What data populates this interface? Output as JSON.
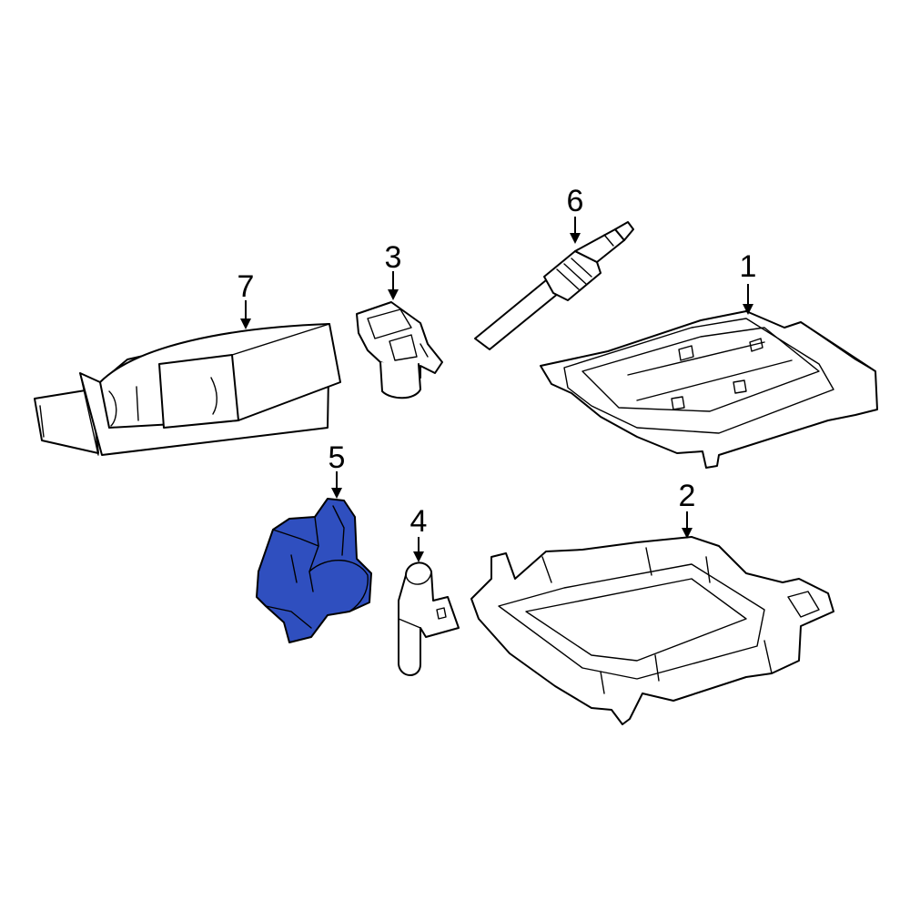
{
  "colors": {
    "highlight": "#2f4fbf",
    "line": "#000000",
    "background": "#ffffff"
  },
  "callouts": [
    {
      "id": "1",
      "label": "1"
    },
    {
      "id": "2",
      "label": "2"
    },
    {
      "id": "3",
      "label": "3"
    },
    {
      "id": "4",
      "label": "4"
    },
    {
      "id": "5",
      "label": "5"
    },
    {
      "id": "6",
      "label": "6"
    },
    {
      "id": "7",
      "label": "7"
    }
  ],
  "highlighted_part": "5"
}
